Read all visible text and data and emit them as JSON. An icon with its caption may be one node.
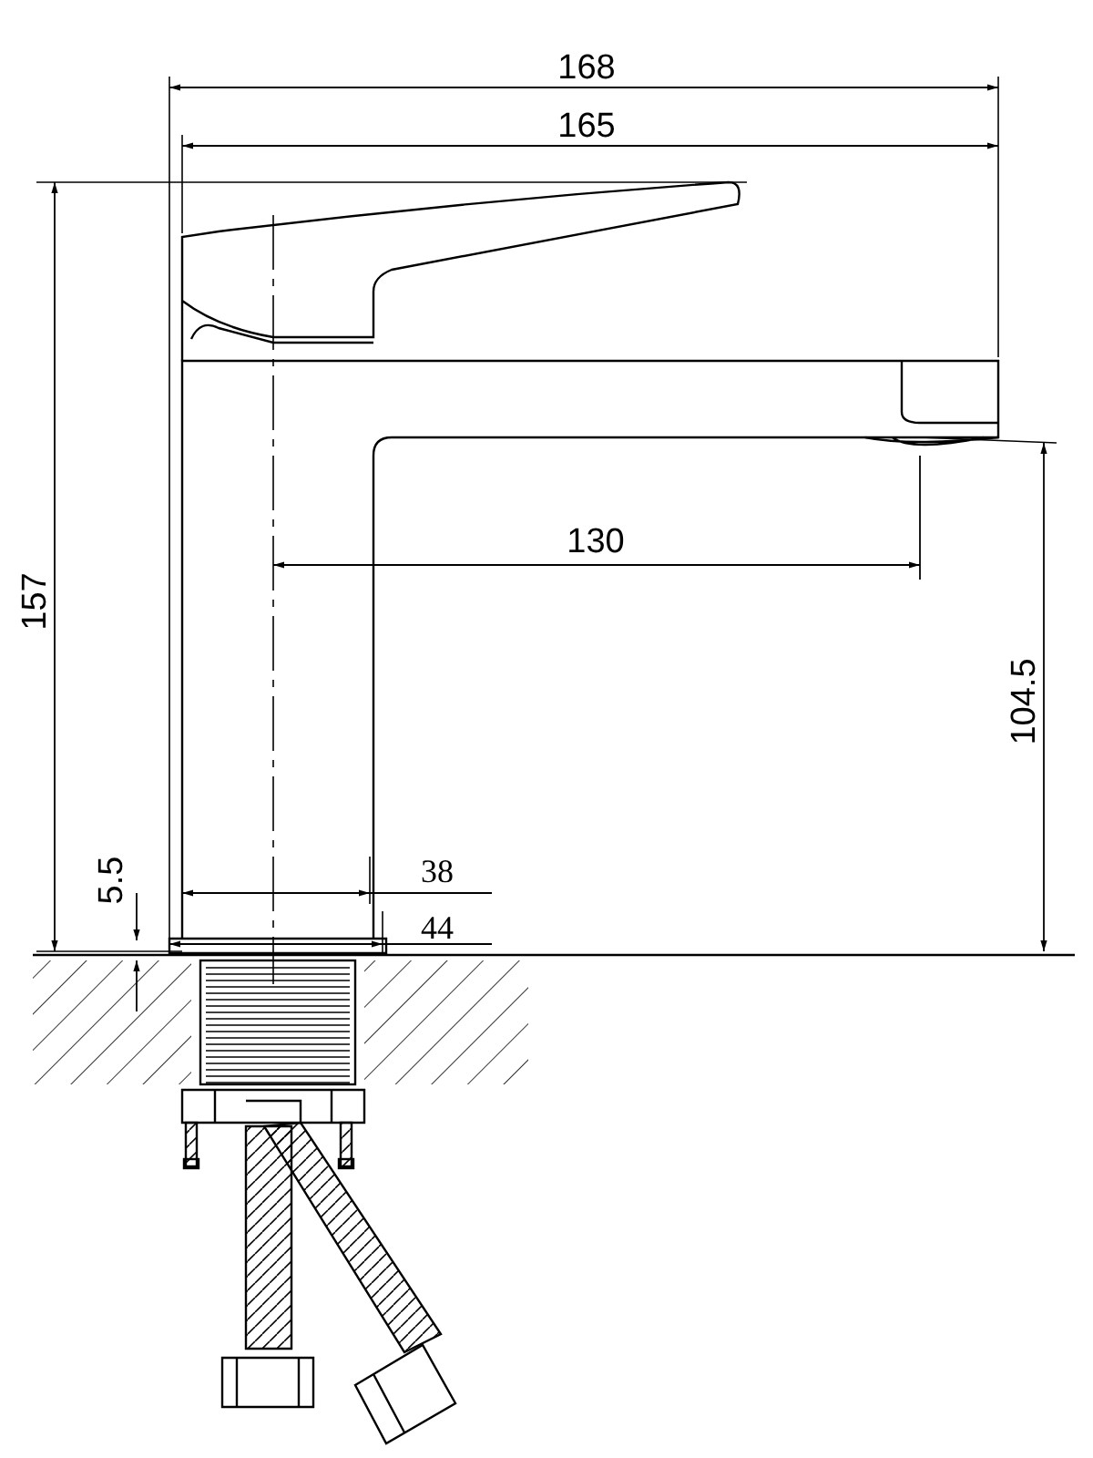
{
  "diagram": {
    "labels": [
      "168",
      "165",
      "157",
      "130",
      "104.5",
      "38",
      "44",
      "5.5"
    ]
  }
}
